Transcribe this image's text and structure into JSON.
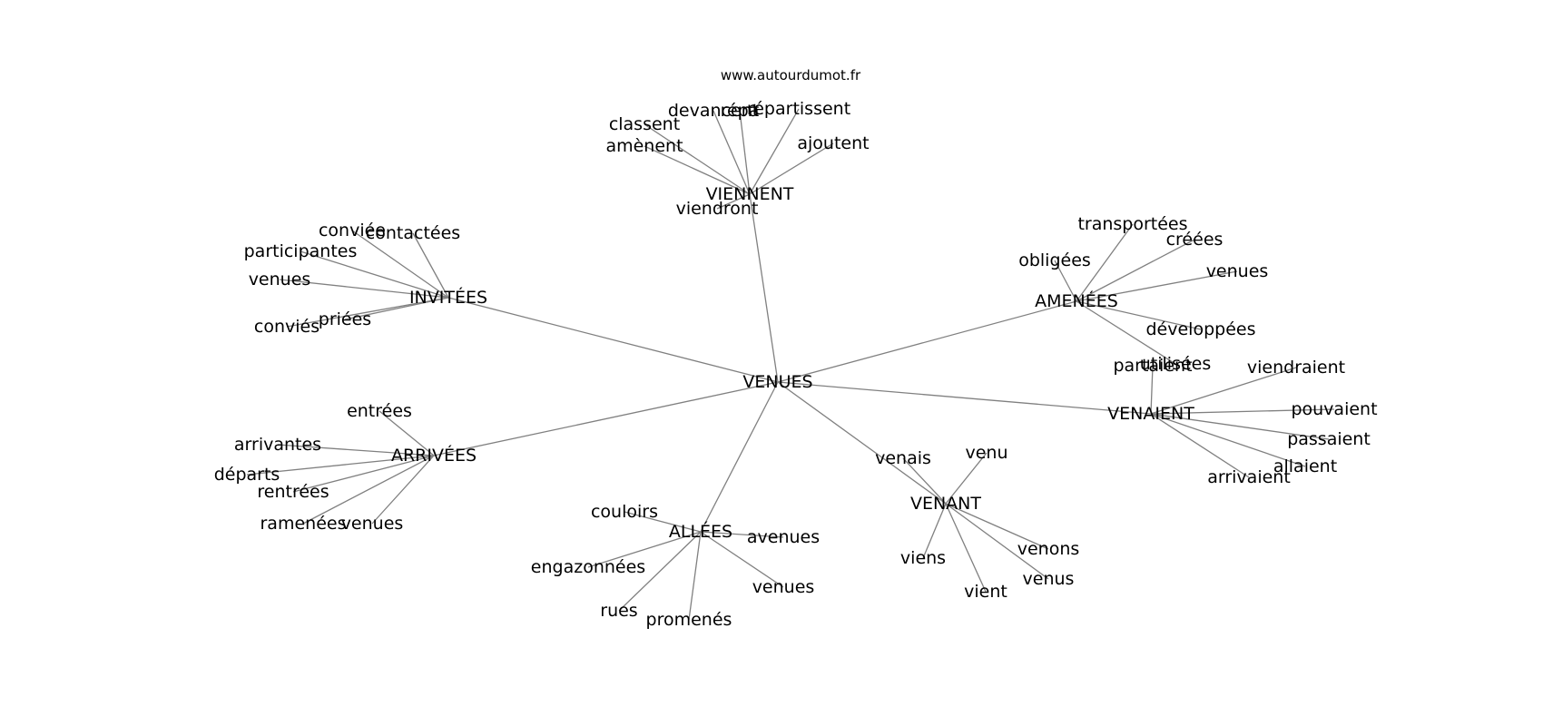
{
  "site_label": "www.autourdumot.fr",
  "colors": {
    "edge": "#808080",
    "text": "#000000",
    "background": "#ffffff"
  },
  "root": "VENUES",
  "groups": [
    {
      "hub": "VIENNENT",
      "words": [
        "classent",
        "devancent",
        "répartissent",
        "répa",
        "amènent",
        "ajoutent",
        "viendront"
      ]
    },
    {
      "hub": "INVITÉES",
      "words": [
        "conviée",
        "contactées",
        "participantes",
        "venues",
        "priées",
        "conviés"
      ]
    },
    {
      "hub": "AMENÉES",
      "words": [
        "transportées",
        "créées",
        "obligées",
        "venues",
        "développées",
        "utilisées"
      ]
    },
    {
      "hub": "VENAIENT",
      "words": [
        "partaient",
        "viendraient",
        "pouvaient",
        "passaient",
        "allaient",
        "arrivaient"
      ]
    },
    {
      "hub": "ARRIVÉES",
      "words": [
        "entrées",
        "arrivantes",
        "départs",
        "rentrées",
        "ramenées",
        "venues"
      ]
    },
    {
      "hub": "ALLÉES",
      "words": [
        "couloirs",
        "avenues",
        "engazonnées",
        "venues",
        "rues",
        "promenés"
      ]
    },
    {
      "hub": "VENANT",
      "words": [
        "venais",
        "venu",
        "venons",
        "viens",
        "venus",
        "vient"
      ]
    }
  ]
}
